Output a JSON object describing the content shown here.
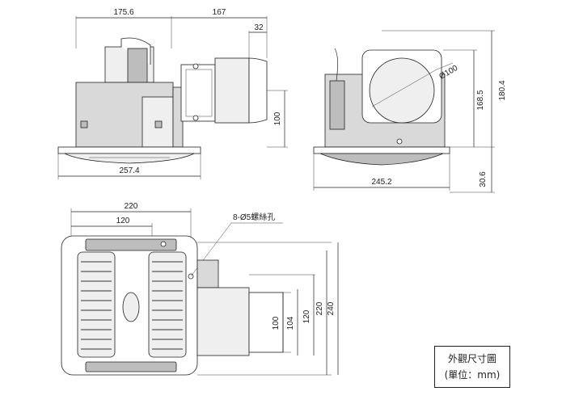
{
  "dimensions": {
    "side_width_left": "175.6",
    "side_width_right": "167",
    "duct_depth": "32",
    "duct_height_side": "100",
    "side_base_width": "257.4",
    "front_width": "245.2",
    "duct_diameter_label": "Ø100",
    "height_inner": "168.5",
    "height_total": "180.4",
    "grille_depth": "30.6",
    "top_width": "220",
    "top_offset": "120",
    "mount_holes": "8-Ø5螺絲孔",
    "duct_outer_100": "100",
    "duct_outer_104": "104",
    "duct_offset_120": "120",
    "depth_220": "220",
    "depth_240": "240"
  },
  "legend": {
    "title": "外觀尺寸圖",
    "unit": "(單位：mm)"
  }
}
